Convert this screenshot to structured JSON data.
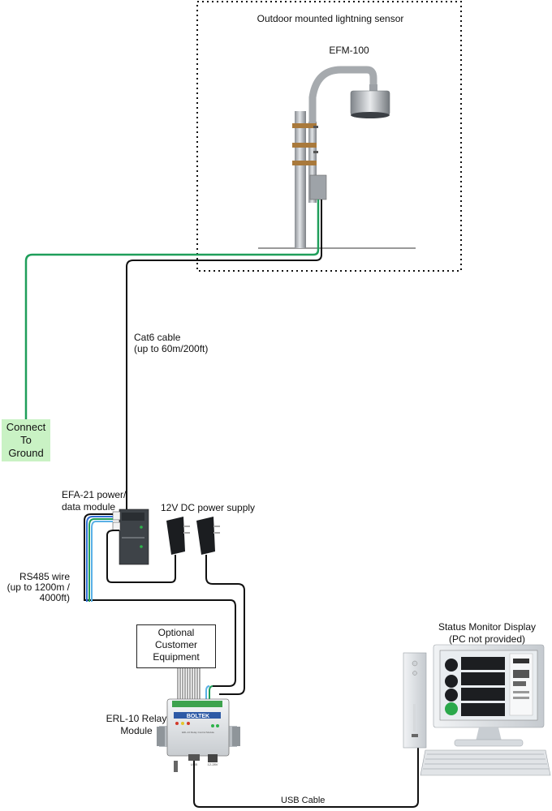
{
  "labels": {
    "sensor_area_title": "Outdoor mounted lightning sensor",
    "sensor_model": "EFM-100",
    "cat6_line1": "Cat6 cable",
    "cat6_line2": "(up to 60m/200ft)",
    "ground_line1": "Connect",
    "ground_line2": "To",
    "ground_line3": "Ground",
    "efa_line1": "EFA-21 power/",
    "efa_line2": "data module",
    "power_supply": "12V DC power supply",
    "rs485_line1": "RS485 wire",
    "rs485_line2": "(up to 1200m /",
    "rs485_line3": "4000ft)",
    "optional_line1": "Optional",
    "optional_line2": "Customer",
    "optional_line3": "Equipment",
    "erl_line1": "ERL-10 Relay",
    "erl_line2": "Module",
    "monitor_line1": "Status Monitor Display",
    "monitor_line2": "(PC not provided)",
    "usb_cable": "USB Cable",
    "erl_brand": "BOLTEK",
    "erl_plate": "ERL-10 Relay Control Module",
    "erl_port_usb": "USB",
    "erl_port_power": "12-28V"
  },
  "colors": {
    "ground_wire": "#1f9e5a",
    "ground_box_fill": "#c9f2c4",
    "cable": "#111111",
    "dotted_border": "#111111",
    "relay_status_green": "#2db34a",
    "relay_status_red": "#d23a2a",
    "relay_status_yellow": "#e3c62b",
    "monitor_indicator_green": "#2aa84a"
  }
}
